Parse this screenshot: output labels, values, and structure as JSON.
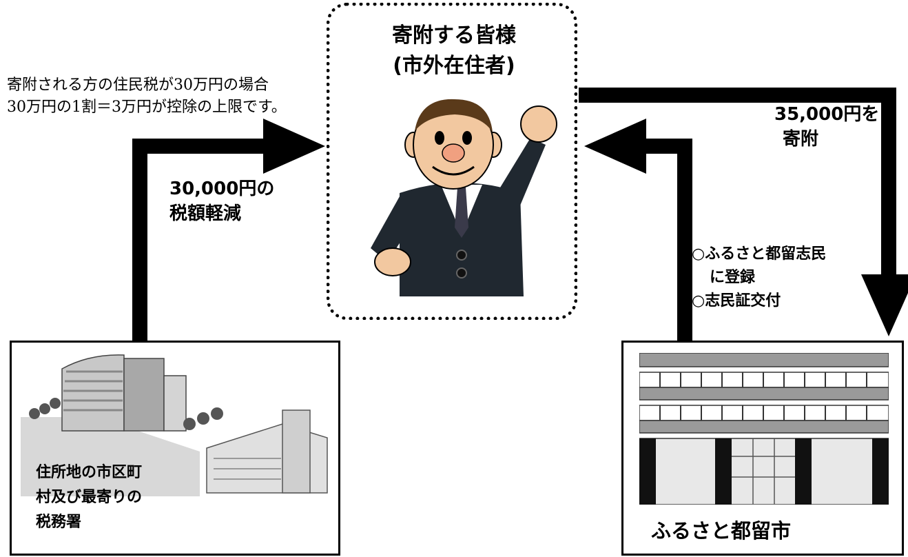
{
  "note": {
    "line1": "寄附される方の住民税が30万円の場合",
    "line2": "30万円の1割＝3万円が控除の上限です。"
  },
  "donor": {
    "title_line1": "寄附する皆様",
    "title_line2": "(市外在住者)"
  },
  "flows": {
    "donation_line1": "35,000円を",
    "donation_line2": "寄附",
    "tax_line1": "30,000円の",
    "tax_line2": "税額軽減",
    "benefit_line1": "○ふるさと都留志民",
    "benefit_line2": "に登録",
    "benefit_line3": "○志民証交付"
  },
  "tax_office": {
    "line1": "住所地の市区町",
    "line2": "村及び最寄りの",
    "line3": "税務署"
  },
  "city": {
    "label": "ふるさと都留市"
  },
  "colors": {
    "arrow": "#000000",
    "suit": "#202830",
    "skin": "#f2c8a0",
    "hair": "#5a3a1a",
    "building_gray": "#b8b8b8"
  }
}
